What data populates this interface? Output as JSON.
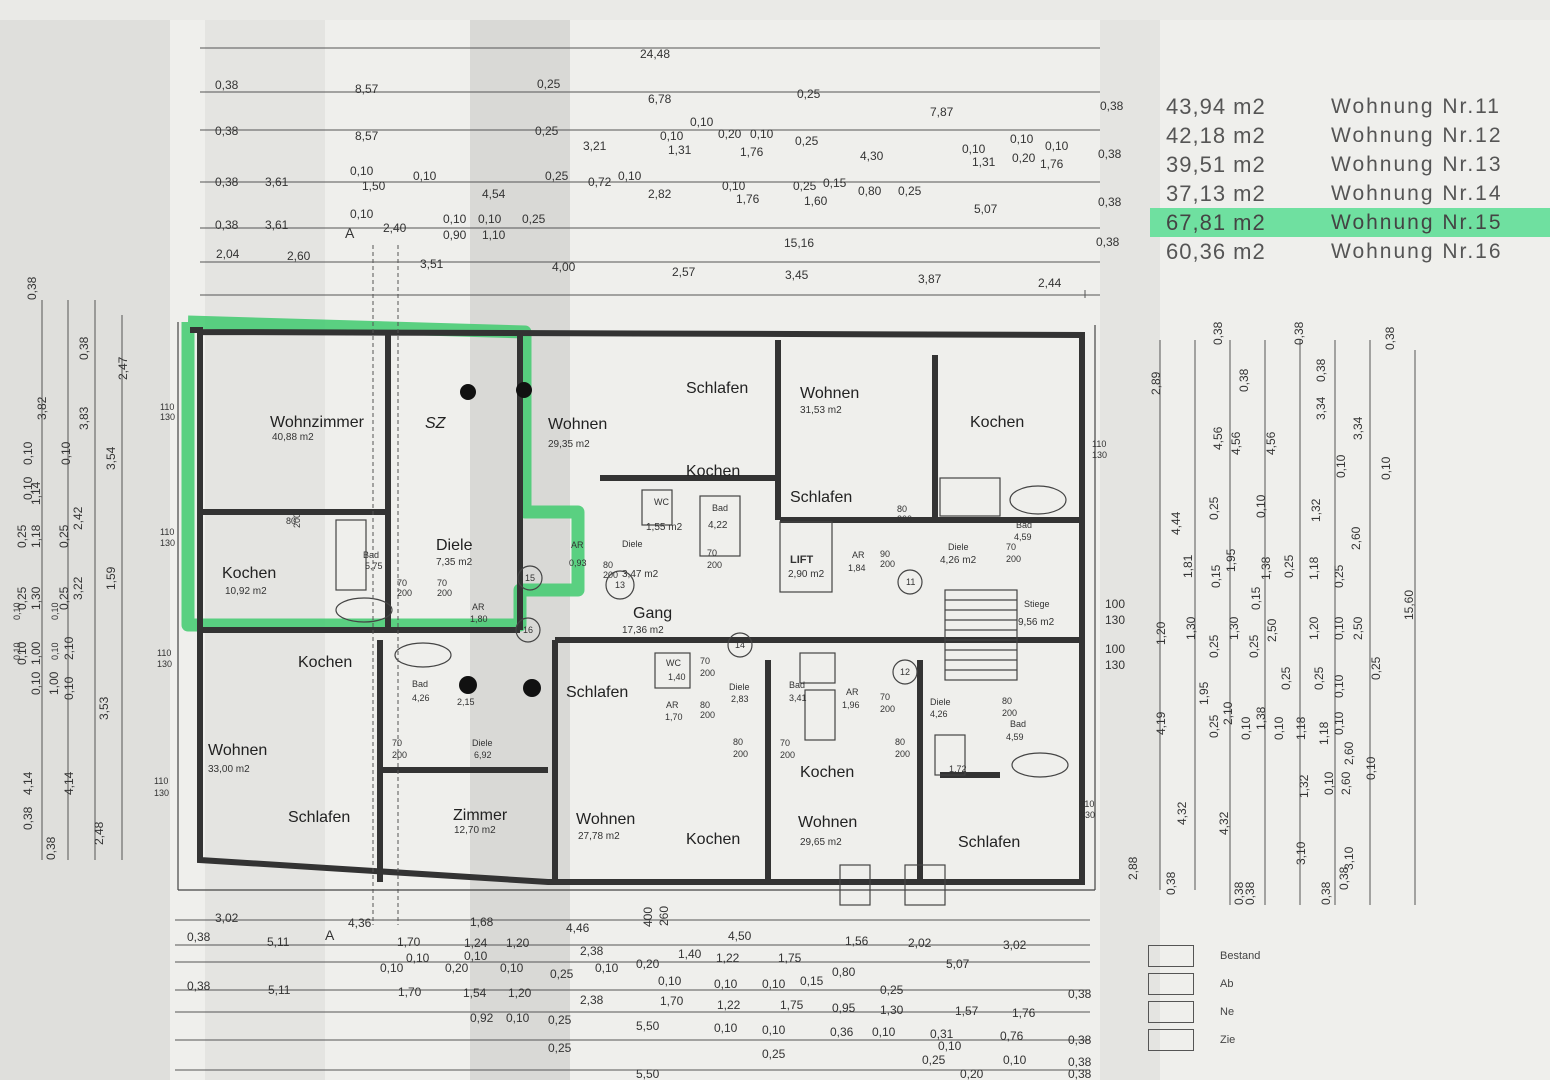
{
  "apartments": [
    {
      "area": "43,94 m2",
      "label": "Wohnung Nr.11",
      "highlighted": false
    },
    {
      "area": "42,18 m2",
      "label": "Wohnung Nr.12",
      "highlighted": false
    },
    {
      "area": "39,51 m2",
      "label": "Wohnung Nr.13",
      "highlighted": false
    },
    {
      "area": "37,13 m2",
      "label": "Wohnung Nr.14",
      "highlighted": false
    },
    {
      "area": "67,81 m2",
      "label": "Wohnung Nr.15",
      "highlighted": true
    },
    {
      "area": "60,36 m2",
      "label": "Wohnung Nr.16",
      "highlighted": false
    }
  ],
  "highlight_color": "#6fe0a0",
  "legend": [
    "Bestand",
    "Ab",
    "Ne",
    "Zie"
  ],
  "rooms": {
    "wohnzimmer": "Wohnzimmer",
    "wohnzimmer_area": "40,88 m2",
    "sz": "SZ",
    "wohnen_a": "Wohnen",
    "wohnen_a_area": "29,35 m2",
    "schlafen_a": "Schlafen",
    "wohnen_b": "Wohnen",
    "wohnen_b_area": "31,53 m2",
    "kochen_b": "Kochen",
    "kochen_c": "Kochen",
    "schlafen_b": "Schlafen",
    "kochen_d": "Kochen",
    "kochen_d_area": "10,92 m2",
    "bad_a": "Bad",
    "bad_a_area": "5,75",
    "diele_a": "Diele",
    "diele_a_area": "7,35 m2",
    "ar_a": "AR",
    "ar_a_area": "1,80",
    "ar_b": "AR",
    "ar_b_area": "0,93",
    "diele_b": "Diele",
    "diele_b_area": "3,47 m2",
    "wc_a": "WC",
    "wc_a_area": "1,55 m2",
    "bad_b": "Bad",
    "bad_b_area": "4,22",
    "lift": "LIFT",
    "lift_area": "2,90 m2",
    "ar_c": "AR",
    "ar_c_area": "1,84",
    "diele_c": "Diele",
    "diele_c_area": "4,26 m2",
    "bad_c": "Bad",
    "bad_c_area": "4,59",
    "gang": "Gang",
    "gang_area": "17,36 m2",
    "stiege": "Stiege",
    "stiege_area": "9,56 m2",
    "kochen_e": "Kochen",
    "bad_d": "Bad",
    "bad_d_area": "4,26",
    "schlafen_c": "Schlafen",
    "wc_b": "WC",
    "wc_b_area": "1,40",
    "ar_d": "AR",
    "ar_d_area": "1,70",
    "diele_d": "Diele",
    "diele_d_area": "2,83",
    "bad_e": "Bad",
    "bad_e_area": "3,41",
    "ar_e": "AR",
    "ar_e_area": "1,96",
    "diele_e": "Diele",
    "diele_e_area": "4,26",
    "bad_f": "Bad",
    "bad_f_area": "4,59",
    "wc_c_area": "1,72",
    "wohnen_c": "Wohnen",
    "wohnen_c_area": "33,00 m2",
    "diele_f": "Diele",
    "diele_f_area": "6,92",
    "schlafen_d": "Schlafen",
    "zimmer": "Zimmer",
    "zimmer_area": "12,70 m2",
    "wohnen_d": "Wohnen",
    "wohnen_d_area": "27,78 m2",
    "kochen_f": "Kochen",
    "kochen_g": "Kochen",
    "wohnen_e": "Wohnen",
    "wohnen_e_area": "29,65 m2",
    "schlafen_e": "Schlafen"
  },
  "dims_top": {
    "total": "24,48",
    "r1": [
      "0,38",
      "8,57",
      "0,25",
      "6,78",
      "0,25",
      "7,87",
      "0,38"
    ],
    "r2": [
      "0,38",
      "8,57",
      "0,25",
      "3,21",
      "0,10",
      "1,31",
      "0,10",
      "0,20",
      "1,76",
      "0,10",
      "0,25",
      "4,30",
      "0,10",
      "1,31",
      "0,10",
      "0,20",
      "1,76",
      "0,10",
      "0,38"
    ],
    "r3": [
      "0,38",
      "3,61",
      "0,10",
      "1,50",
      "0,10",
      "4,54",
      "0,25",
      "0,72",
      "0,10",
      "2,82",
      "0,10",
      "1,76",
      "0,25",
      "0,15",
      "1,60",
      "0,80",
      "0,25",
      "5,07",
      "0,38"
    ],
    "r4": [
      "0,38",
      "3,61",
      "0,10",
      "2,40",
      "0,10",
      "0,90",
      "0,10",
      "1,10",
      "0,25",
      "15,16",
      "0,38"
    ],
    "r5": [
      "2,04",
      "2,60",
      "3,51",
      "4,00",
      "2,57",
      "3,45",
      "3,87",
      "2,44"
    ],
    "section_a": "A"
  },
  "dims_bottom": {
    "r1": [
      "3,02",
      "4,36",
      "1,68",
      "4,46",
      "4,50",
      "1,56",
      "2,02",
      "3,02"
    ],
    "r2": [
      "0,38",
      "5,11",
      "1,70",
      "1,24",
      "1,20",
      "2,38",
      "1,40",
      "1,22",
      "1,75",
      "0,80",
      "5,07"
    ],
    "r3": [
      "0,10",
      "0,10",
      "0,20",
      "0,10",
      "0,10",
      "0,25",
      "0,10",
      "0,20",
      "0,10",
      "0,10",
      "0,10",
      "0,15",
      "0,25",
      "0,38"
    ],
    "r4": [
      "0,38",
      "5,11",
      "1,70",
      "1,54",
      "1,20",
      "2,38",
      "1,70",
      "1,22",
      "1,75",
      "0,95",
      "1,30",
      "1,57",
      "1,76"
    ],
    "r5": [
      "0,92",
      "0,10",
      "0,25",
      "5,50",
      "0,10",
      "0,10",
      "0,36",
      "0,10",
      "0,31",
      "0,10",
      "0,76",
      "0,38"
    ],
    "r6": [
      "0,25",
      "0,25",
      "0,25",
      "0,10",
      "0,38"
    ],
    "r7": [
      "5,50",
      "0,20",
      "0,38"
    ],
    "openings": [
      "400",
      "260"
    ]
  },
  "dims_left": [
    "0,38",
    "2,47",
    "0,38",
    "3,82",
    "3,83",
    "0,10",
    "0,10",
    "3,54",
    "0,10",
    "1,14",
    "0,25",
    "1,18",
    "0,25",
    "2,42",
    "0,25",
    "1,30",
    "0,25",
    "1,59",
    "3,22",
    "0,10",
    "1,00",
    "0,10",
    "1,00",
    "2,10",
    "0,10",
    "3,53",
    "4,14",
    "4,14",
    "0,38",
    "0,38",
    "2,48"
  ],
  "dims_right": [
    "0,38",
    "0,38",
    "0,38",
    "0,38",
    "2,89",
    "4,56",
    "4,56",
    "4,56",
    "3,34",
    "3,34",
    "0,38",
    "0,10",
    "0,10",
    "4,44",
    "0,25",
    "0,10",
    "1,32",
    "2,60",
    "1,81",
    "1,95",
    "1,38",
    "0,25",
    "1,18",
    "0,25",
    "0,15",
    "0,15",
    "1,20",
    "1,20",
    "1,30",
    "1,30",
    "2,50",
    "0,10",
    "0,25",
    "0,25",
    "2,50",
    "0,25",
    "0,25",
    "1,95",
    "2,10",
    "1,38",
    "0,25",
    "0,10",
    "0,10",
    "4,19",
    "0,25",
    "0,10",
    "1,18",
    "1,18",
    "0,10",
    "1,32",
    "2,60",
    "2,60",
    "0,10",
    "0,10",
    "4,32",
    "4,32",
    "3,10",
    "3,10",
    "0,38",
    "0,38",
    "0,38",
    "0,38",
    "2,88",
    "0,38",
    "15,60"
  ],
  "door_sizes": [
    "110",
    "130",
    "110",
    "130",
    "110",
    "130",
    "110",
    "130",
    "100",
    "130",
    "100",
    "130",
    "110",
    "130",
    "110",
    "130"
  ],
  "door_codes": [
    "80",
    "200",
    "70",
    "200",
    "70",
    "200",
    "80",
    "200",
    "70",
    "200",
    "70",
    "200",
    "90",
    "200",
    "80",
    "200",
    "70",
    "200",
    "70",
    "200",
    "80",
    "200",
    "70",
    "200",
    "80",
    "200",
    "80",
    "200",
    "70",
    "200",
    "80",
    "200"
  ],
  "steps": [
    "13",
    "14",
    "15",
    "16",
    "11",
    "12"
  ],
  "extra_dims": [
    "2,15",
    "0,10",
    "0,10",
    "0,10",
    "0,10"
  ]
}
